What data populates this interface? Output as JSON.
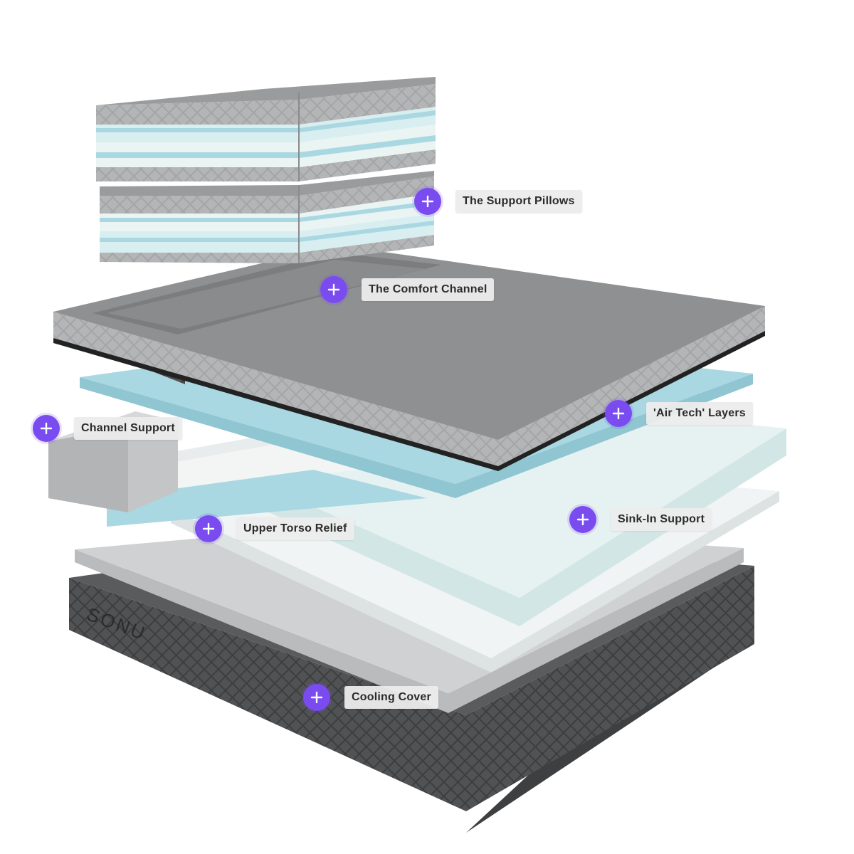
{
  "brand": {
    "logo_text": "SONU"
  },
  "hotspots": [
    {
      "id": "support-pillows",
      "label": "The Support Pillows"
    },
    {
      "id": "comfort-channel",
      "label": "The Comfort Channel"
    },
    {
      "id": "air-tech-layers",
      "label": "'Air Tech' Layers"
    },
    {
      "id": "channel-support",
      "label": "Channel Support"
    },
    {
      "id": "sink-in-support",
      "label": "Sink-In Support"
    },
    {
      "id": "upper-torso-relief",
      "label": "Upper Torso Relief"
    },
    {
      "id": "cooling-cover",
      "label": "Cooling Cover"
    }
  ],
  "colors": {
    "hotspot": "#7a4cf0",
    "cover_top": "#8f9091",
    "cover_knit": "#a9aaab",
    "base_dark": "#4a4b4d",
    "foam_blue": "#a9d8e2",
    "foam_white": "#eef3f3",
    "foam_grey": "#c9cbcc"
  }
}
